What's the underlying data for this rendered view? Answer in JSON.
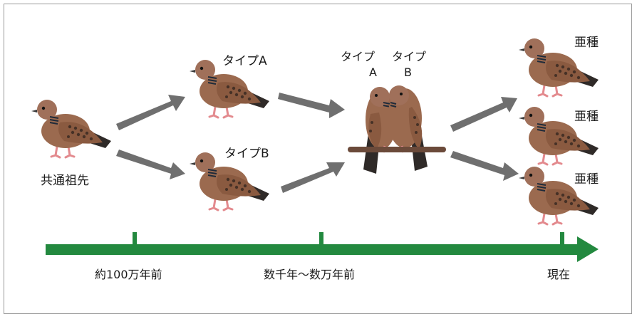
{
  "figure": {
    "ancestor_label": "共通祖先",
    "type_a_label": "タイプA",
    "type_b_label": "タイプB",
    "hybrid_labels": {
      "type_a_line1": "タイプ",
      "type_a_line2": "A",
      "type_b_line1": "タイプ",
      "type_b_line2": "B"
    },
    "subspecies_labels": [
      "亜種",
      "亜種",
      "亜種"
    ]
  },
  "timeline": {
    "ticks": [
      {
        "label": "約100万年前"
      },
      {
        "label": "数千年〜数万年前"
      },
      {
        "label": "現在"
      }
    ],
    "colors": {
      "arrow": "#23893f",
      "flow_arrow": "#6f6f6f",
      "dove_body": "#9b6a4f",
      "dove_wing": "#8a5a40",
      "perch": "#6b4a3a"
    }
  }
}
